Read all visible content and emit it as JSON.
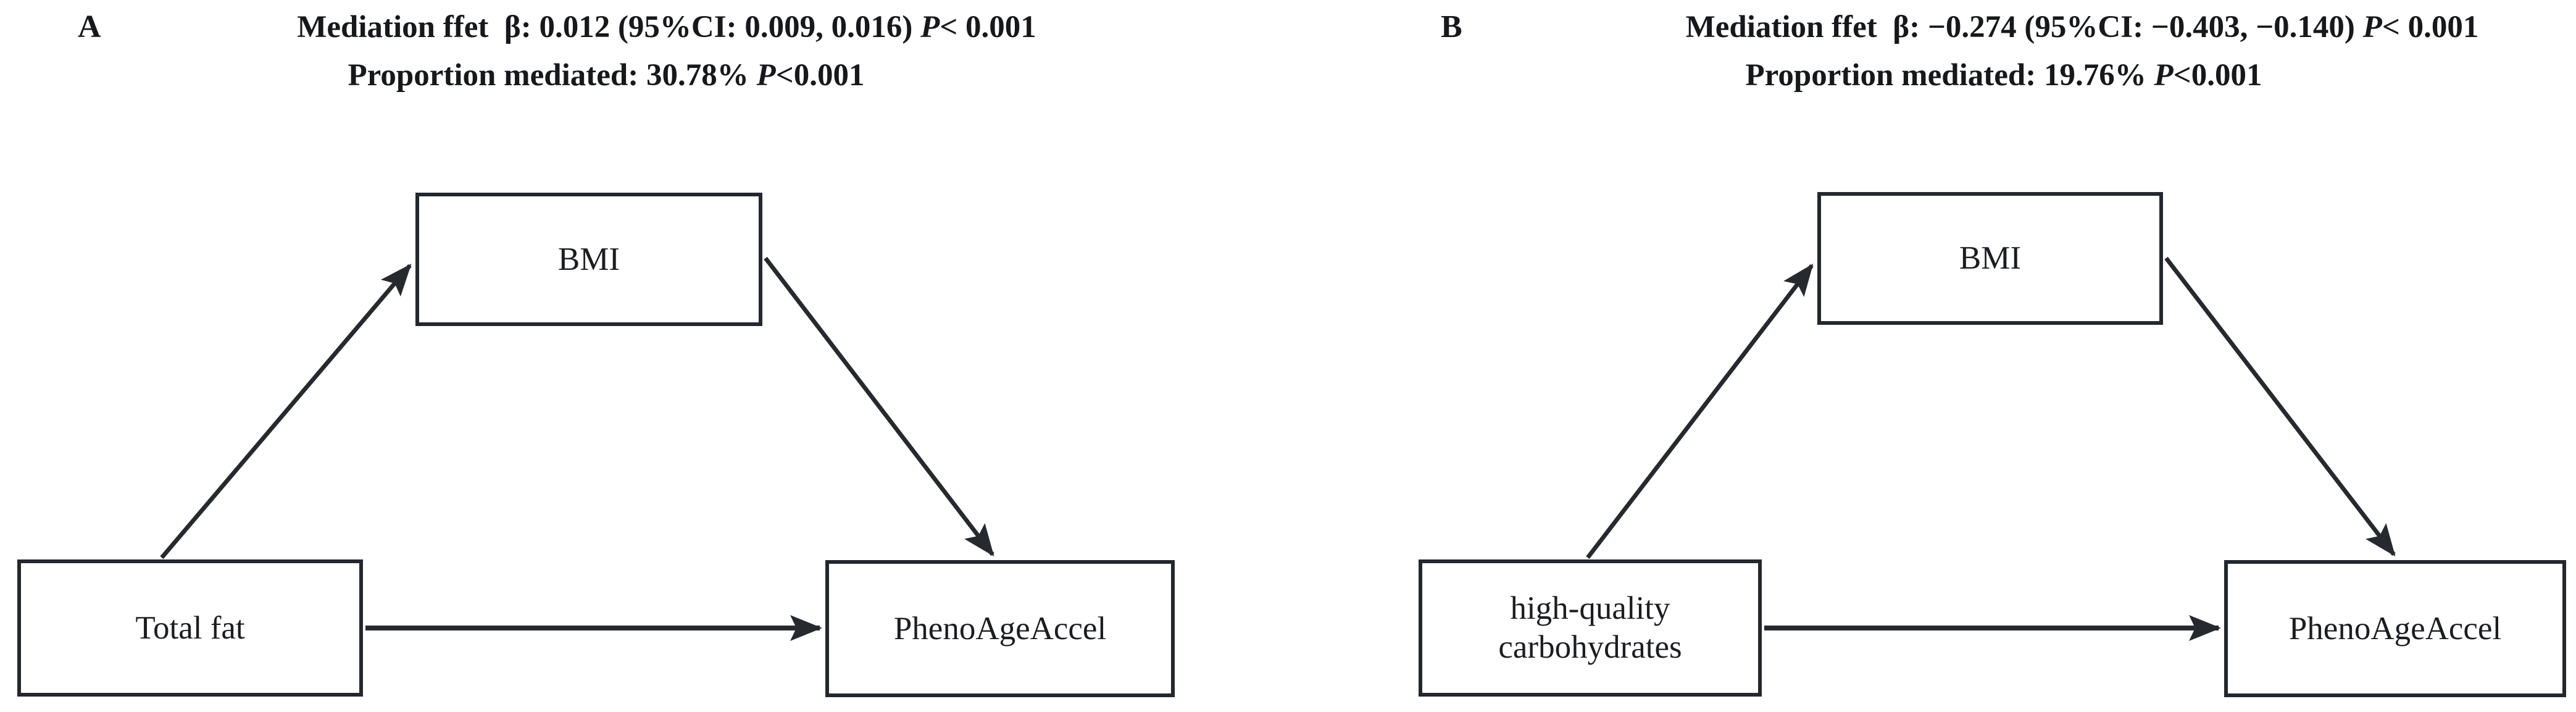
{
  "figure": {
    "type": "mediation-path-diagram",
    "colors": {
      "ink": "#23272e",
      "background": "#ffffff"
    }
  },
  "panels": [
    {
      "label": "A",
      "header": {
        "effect_prefix": "Mediation ffet  β: 0.012 (95%CI: 0.009, 0.016) ",
        "effect_p_symbol": "P",
        "effect_p_value": "< 0.001",
        "proportion_prefix": "Proportion mediated: 30.78% ",
        "proportion_p_symbol": "P",
        "proportion_p_value": "<0.001"
      },
      "nodes": {
        "exposure": "Total fat",
        "mediator": "BMI",
        "outcome": "PhenoAgeAccel"
      }
    },
    {
      "label": "B",
      "header": {
        "effect_prefix": "Mediation ffet  β: −0.274 (95%CI: −0.403, −0.140) ",
        "effect_p_symbol": "P",
        "effect_p_value": "< 0.001",
        "proportion_prefix": "Proportion mediated: 19.76% ",
        "proportion_p_symbol": "P",
        "proportion_p_value": "<0.001"
      },
      "nodes": {
        "exposure": "high-quality carbohydrates",
        "mediator": "BMI",
        "outcome": "PhenoAgeAccel"
      }
    }
  ]
}
